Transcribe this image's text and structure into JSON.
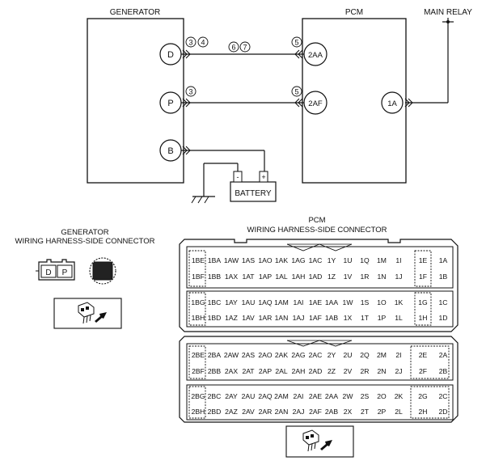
{
  "diagram": {
    "generator_label": "GENERATOR",
    "pcm_label": "PCM",
    "main_relay_label": "MAIN RELAY",
    "battery_label": "BATTERY",
    "battery_minus": "-",
    "battery_plus": "+",
    "gen_terminals": [
      "D",
      "P",
      "B"
    ],
    "pcm_terminals": [
      "2AA",
      "2AF",
      "1A"
    ],
    "wire_d_notes_left": [
      "3",
      "4"
    ],
    "wire_d_notes_mid": [
      "6",
      "7"
    ],
    "wire_d_note_right": "5",
    "wire_p_note_left": "3",
    "wire_p_note_right": "5"
  },
  "connectors": {
    "gen_title_line1": "GENERATOR",
    "gen_title_line2": "WIRING HARNESS-SIDE CONNECTOR",
    "gen_pins": [
      "D",
      "P"
    ],
    "pcm_title_line1": "PCM",
    "pcm_title_line2": "WIRING HARNESS-SIDE CONNECTOR",
    "pcm_block1_rows": [
      [
        "1BE",
        "1BA",
        "1AW",
        "1AS",
        "1AO",
        "1AK",
        "1AG",
        "1AC",
        "1Y",
        "1U",
        "1Q",
        "1M",
        "1I",
        "1E",
        "1A"
      ],
      [
        "1BF",
        "1BB",
        "1AX",
        "1AT",
        "1AP",
        "1AL",
        "1AH",
        "1AD",
        "1Z",
        "1V",
        "1R",
        "1N",
        "1J",
        "1F",
        "1B"
      ],
      [
        "1BG",
        "1BC",
        "1AY",
        "1AU",
        "1AQ",
        "1AM",
        "1AI",
        "1AE",
        "1AA",
        "1W",
        "1S",
        "1O",
        "1K",
        "1G",
        "1C"
      ],
      [
        "1BH",
        "1BD",
        "1AZ",
        "1AV",
        "1AR",
        "1AN",
        "1AJ",
        "1AF",
        "1AB",
        "1X",
        "1T",
        "1P",
        "1L",
        "1H",
        "1D"
      ]
    ],
    "pcm_block2_rows": [
      [
        "2BE",
        "2BA",
        "2AW",
        "2AS",
        "2AO",
        "2AK",
        "2AG",
        "2AC",
        "2Y",
        "2U",
        "2Q",
        "2M",
        "2I",
        "2E",
        "2A"
      ],
      [
        "2BF",
        "2BB",
        "2AX",
        "2AT",
        "2AP",
        "2AL",
        "2AH",
        "2AD",
        "2Z",
        "2V",
        "2R",
        "2N",
        "2J",
        "2F",
        "2B"
      ],
      [
        "2BG",
        "2BC",
        "2AY",
        "2AU",
        "2AQ",
        "2AM",
        "2AI",
        "2AE",
        "2AA",
        "2W",
        "2S",
        "2O",
        "2K",
        "2G",
        "2C"
      ],
      [
        "2BH",
        "2BD",
        "2AZ",
        "2AV",
        "2AR",
        "2AN",
        "2AJ",
        "2AF",
        "2AB",
        "2X",
        "2T",
        "2P",
        "2L",
        "2H",
        "2D"
      ]
    ]
  }
}
